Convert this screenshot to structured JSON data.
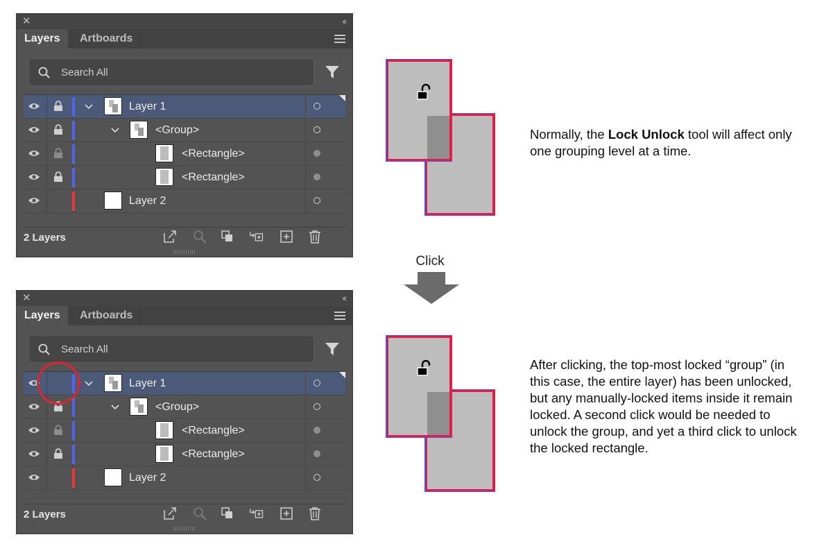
{
  "panel": {
    "close_glyph": "✕",
    "collapse_glyph": "‹‹",
    "tabs": [
      "Layers",
      "Artboards"
    ],
    "search_placeholder": "Search All",
    "footer_count": "2 Layers"
  },
  "layers": [
    {
      "label": "Layer 1"
    },
    {
      "label": "<Group>"
    },
    {
      "label": "<Rectangle>"
    },
    {
      "label": "<Rectangle>"
    },
    {
      "label": "Layer 2"
    }
  ],
  "colors": {
    "layer1_color": "#5064f0",
    "layer2_color": "#e8383d",
    "selected_row": "#4a5a78",
    "highlight_circle": "#e0242f",
    "artboard_stroke": "#e11d48"
  },
  "icons": {
    "visibility": "eye-icon",
    "lock": "lock-icon",
    "target": "target-icon",
    "unlock_cursor": "unlock-icon",
    "footer": [
      "collect-export-icon",
      "locate-object-icon",
      "clipping-mask-icon",
      "move-to-new-layer-icon",
      "new-layer-icon",
      "trash-icon"
    ]
  },
  "arrow_label": "Click",
  "captions": {
    "top_pre": "Normally, the ",
    "top_bold": "Lock Unlock",
    "top_post": " tool will affect only one grouping level at a time.",
    "bottom": "After clicking, the top-most locked “group” (in this case, the entire layer) has been unlocked, but any manually-locked items inside it remain locked. A second click would be needed to unlock the group, and yet a third click to unlock the locked rectangle."
  }
}
